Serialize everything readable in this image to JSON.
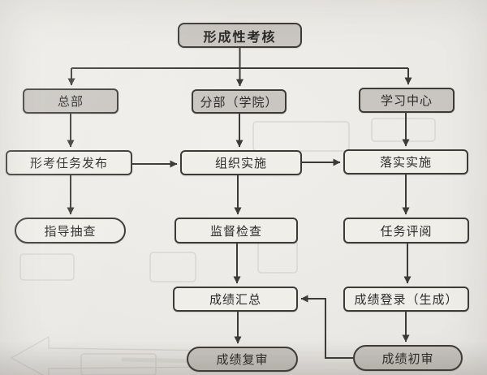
{
  "colors": {
    "paper": "#eae8e4",
    "boxgray": "#c9c6c1",
    "boxlight": "#f0eee9",
    "line": "#3e3b37",
    "text": "#2b2926",
    "ghost": "#d3d0ca"
  },
  "nodes": {
    "root": "形成性考核",
    "hq": "总部",
    "branch": "分部（学院）",
    "center": "学习中心",
    "task_release": "形考任务发布",
    "organize": "组织实施",
    "implement": "落实实施",
    "spot_check": "指导抽查",
    "supervise": "监督检查",
    "review_tasks": "任务评阅",
    "summary": "成绩汇总",
    "score_entry": "成绩登录（生成）",
    "final_review": "成绩复审",
    "initial_review": "成绩初审"
  }
}
